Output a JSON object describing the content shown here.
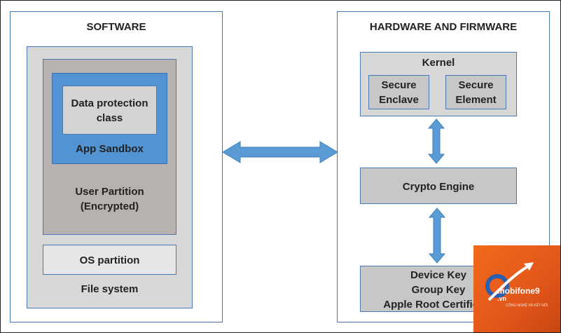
{
  "software": {
    "title": "SOFTWARE",
    "data_protection": "Data protection\nclass",
    "app_sandbox": "App Sandbox",
    "user_partition": "User Partition\n(Encrypted)",
    "os_partition": "OS partition",
    "file_system": "File system"
  },
  "hardware": {
    "title": "HARDWARE AND FIRMWARE",
    "kernel": "Kernel",
    "secure_enclave": "Secure\nEnclave",
    "secure_element": "Secure\nElement",
    "crypto_engine": "Crypto Engine",
    "keys": "Device Key\nGroup Key\nApple Root Certificate"
  },
  "watermark": {
    "brand": "mobifone9",
    "domain": ".vn",
    "tagline": "CÔNG NGHỆ VÀ KẾT NỐI"
  },
  "colors": {
    "arrow": "#5b9bd5",
    "border": "#4a78b5",
    "sandbox": "#5294d3",
    "logo": "#f26a1b"
  }
}
